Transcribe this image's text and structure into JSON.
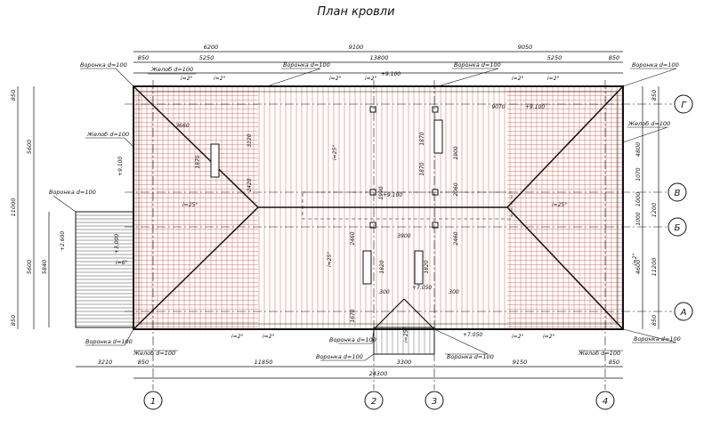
{
  "title": "План кровли",
  "dimensions": {
    "top_row1": [
      "6200",
      "9100",
      "9050"
    ],
    "top_row2": [
      "850",
      "5250",
      "13800",
      "5250",
      "850"
    ],
    "bottom_row1": [
      "3210",
      "850",
      "11850",
      "3300",
      "9150",
      "850"
    ],
    "bottom_total": "24300",
    "left_outer": [
      "850",
      "5600",
      "5600",
      "850"
    ],
    "left_total": "11000",
    "left_annex": "5840",
    "right_outer": [
      "850",
      "4800",
      "1000",
      "1200",
      "4600",
      "850"
    ],
    "right_total": "11200",
    "inner": [
      "3660",
      "3120",
      "1870",
      "2420",
      "1870",
      "1870",
      "1900",
      "2060",
      "2460",
      "1990",
      "2460",
      "3900",
      "1820",
      "1820",
      "300",
      "300",
      "9070",
      "1070",
      "1000",
      "1670"
    ]
  },
  "axes": {
    "rows": [
      "Г",
      "В",
      "Б",
      "А"
    ],
    "columns": [
      "1",
      "2",
      "3",
      "4"
    ]
  },
  "levels": [
    "+9.100",
    "+9.100",
    "+9.100",
    "+7.050",
    "+7.050",
    "+3.000",
    "+2.600",
    "+9.100"
  ],
  "slopes": [
    "i=25°",
    "i=25°",
    "i=25°",
    "i=25°",
    "i=6°",
    "i=25°",
    "i=2°",
    "i=2°",
    "i=2°",
    "i=2°",
    "i=2°",
    "i=2°",
    "i=2°",
    "i=2°",
    "i=2°",
    "i=2°",
    "i=2°"
  ],
  "labels": {
    "funnel": "Воронка d=100",
    "gutter": "Желоб d=100"
  }
}
